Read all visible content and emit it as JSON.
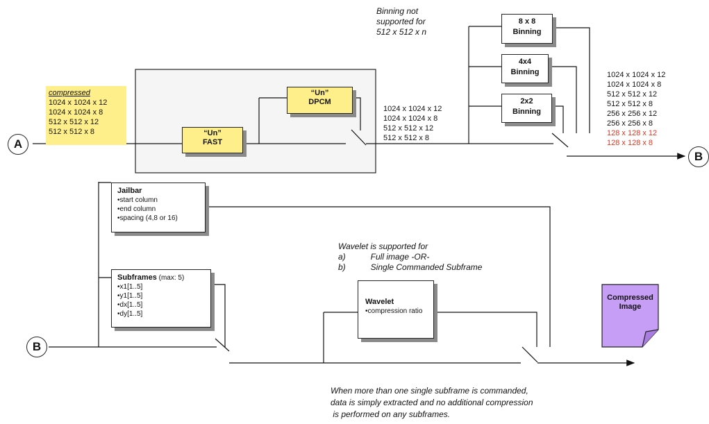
{
  "notes": {
    "binning_note": [
      "Binning not",
      "supported for",
      "512 x 512 x n"
    ],
    "wavelet_note": [
      "Wavelet is supported for",
      "a)",
      "Full image -OR-",
      "b)",
      "Single Commanded Subframe"
    ],
    "footer_note": [
      "When more than one single subframe is commanded,",
      "data is simply extracted and no additional compression",
      " is performed on any subframes."
    ]
  },
  "compressed_list": {
    "title": "compressed",
    "items": [
      "1024 x 1024 x 12",
      "1024 x 1024 x 8",
      "512 x 512 x 12",
      "512 x 512 x 8"
    ]
  },
  "mid_list": [
    "1024 x 1024 x 12",
    "1024 x 1024 x 8",
    "512 x 512 x 12",
    "512 x 512 x 8"
  ],
  "right_list": {
    "black": [
      "1024 x 1024 x 12",
      "1024 x 1024 x 8",
      "512 x 512 x 12",
      "512 x 512 x 8",
      "256 x 256 x 12",
      "256 x 256 x 8"
    ],
    "red": [
      "128 x 128 x 12",
      "128 x 128 x 8"
    ],
    "red_color": "#e8331b"
  },
  "blocks": {
    "fast": [
      "“Un”",
      "FAST"
    ],
    "dpcm": [
      "“Un”",
      "DPCM"
    ],
    "bin8": [
      "8 x 8",
      "Binning"
    ],
    "bin4": [
      "4x4",
      "Binning"
    ],
    "bin2": [
      "2x2",
      "Binning"
    ],
    "highlight_color": "#ffef8a"
  },
  "jailbar": {
    "title": "Jailbar",
    "items": [
      "•start column",
      "•end column",
      "•spacing (4,8 or 16)"
    ]
  },
  "subframes": {
    "title": "Subframes",
    "subtitle": "(max: 5)",
    "items": [
      "•x1[1..5]",
      "•y1[1..5]",
      "•dx[1..5]",
      "•dy[1..5]"
    ]
  },
  "wavelet": {
    "title": "Wavelet",
    "items": [
      "•compression ratio"
    ]
  },
  "output_doc": {
    "label": [
      "Compressed",
      "Image"
    ],
    "fill_color": "#c79ef5"
  },
  "connectors": {
    "a": "A",
    "b_right": "B",
    "b_left": "B"
  }
}
